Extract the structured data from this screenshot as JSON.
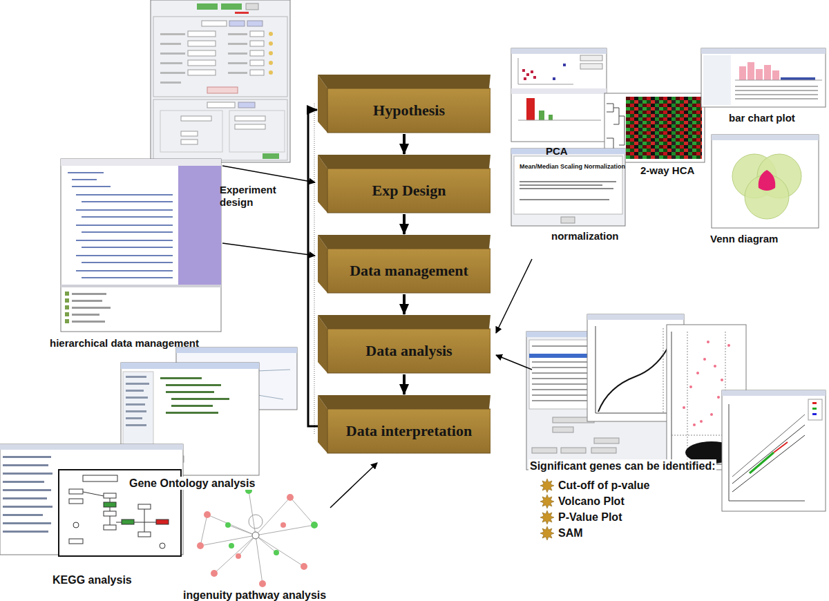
{
  "diagram": {
    "nodes": [
      {
        "text": [
          "Hypothesis"
        ]
      },
      {
        "text": [
          "Exp Design"
        ]
      },
      {
        "text": [
          "Data management"
        ]
      },
      {
        "text": [
          "Data analysis"
        ]
      },
      {
        "text": [
          "Data interpretation"
        ]
      }
    ],
    "edges": [
      {
        "from": 0,
        "to": 1,
        "arrow": "to"
      },
      {
        "from": 1,
        "to": 2,
        "arrow": "to"
      },
      {
        "from": 2,
        "to": 3,
        "arrow": "to"
      },
      {
        "from": 3,
        "to": 4,
        "arrow": "to"
      },
      {
        "from": 4,
        "to": 0,
        "arrow": "to"
      }
    ],
    "labels": [
      "Experiment design",
      "hierarchical data management",
      "PCA",
      "bar chart plot",
      "2-way HCA",
      "normalization",
      "Venn diagram",
      "Mean/Median Scaling Normalization",
      "Significant genes can be identified:",
      "Cut-off of p-value",
      "Volcano Plot",
      "P-Value Plot",
      "SAM",
      "Gene Ontology analysis",
      "KEGG analysis",
      "ingenuity pathway analysis"
    ]
  }
}
